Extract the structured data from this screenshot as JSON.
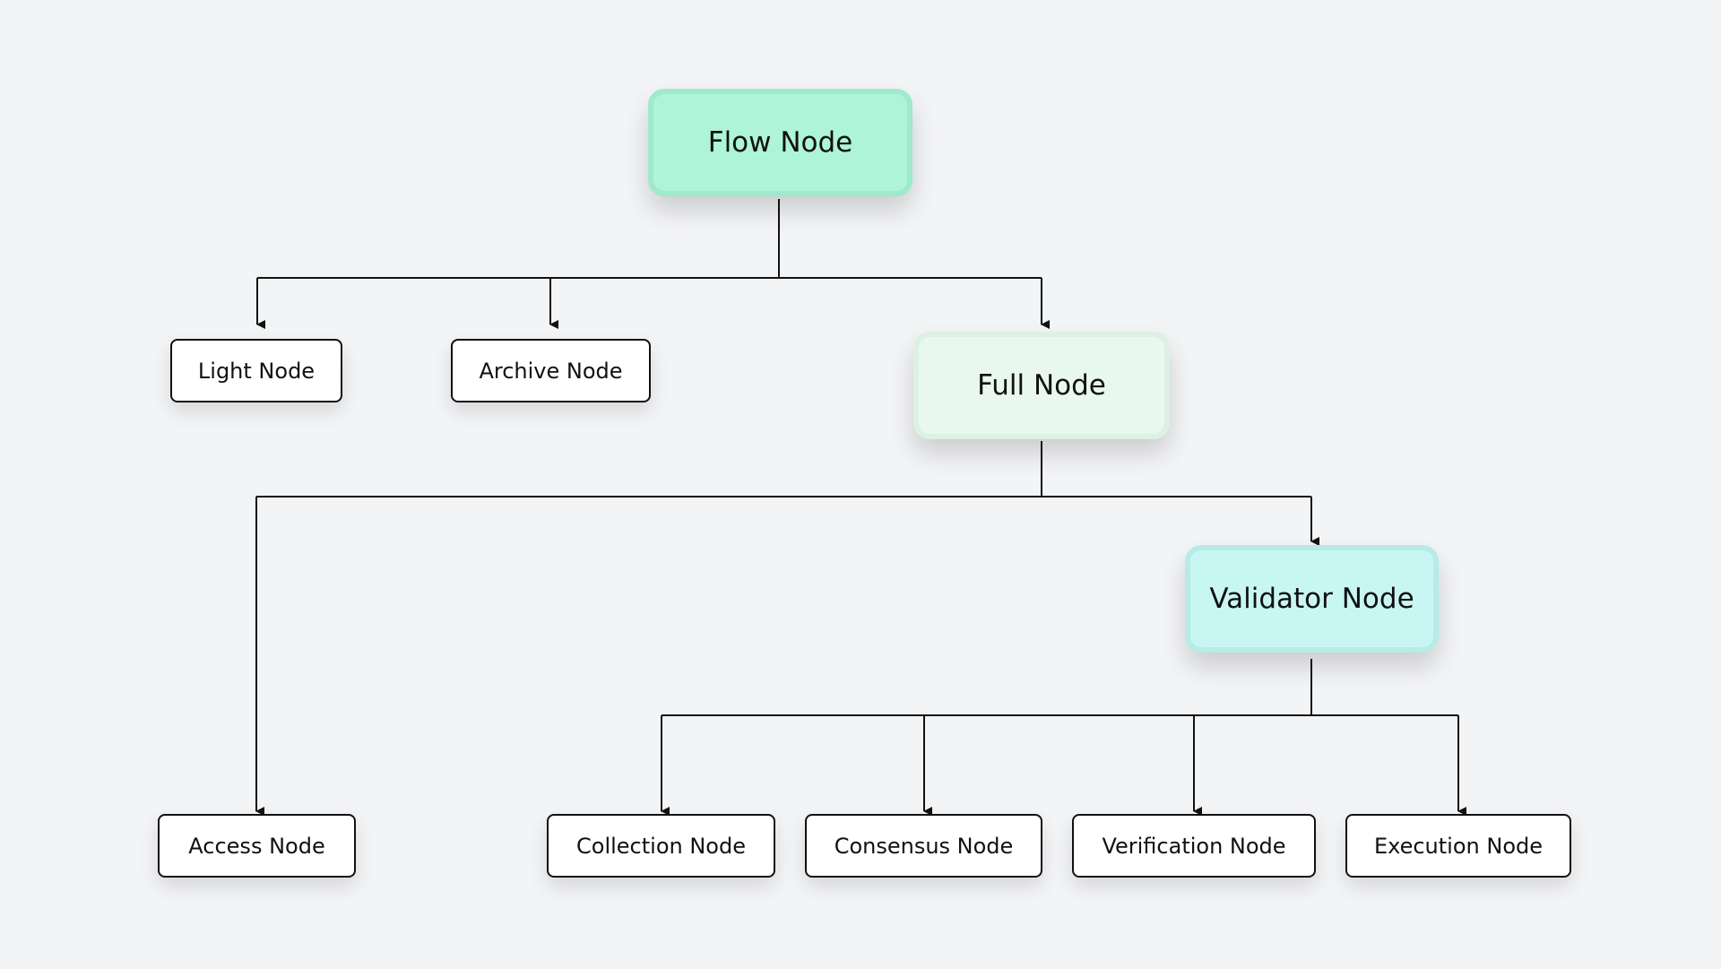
{
  "diagram": {
    "nodes": {
      "flow": "Flow Node",
      "light": "Light Node",
      "archive": "Archive Node",
      "full": "Full Node",
      "validator": "Validator Node",
      "access": "Access Node",
      "collection": "Collection Node",
      "consensus": "Consensus Node",
      "verification": "Verification Node",
      "execution": "Execution Node"
    },
    "colors": {
      "background": "#f3f4f6",
      "flow_node_fill": "#adf4d8",
      "full_node_fill": "#e8f8ef",
      "validator_node_fill": "#c8f7f3",
      "leaf_node_fill": "#ffffff",
      "line": "#111111"
    }
  }
}
